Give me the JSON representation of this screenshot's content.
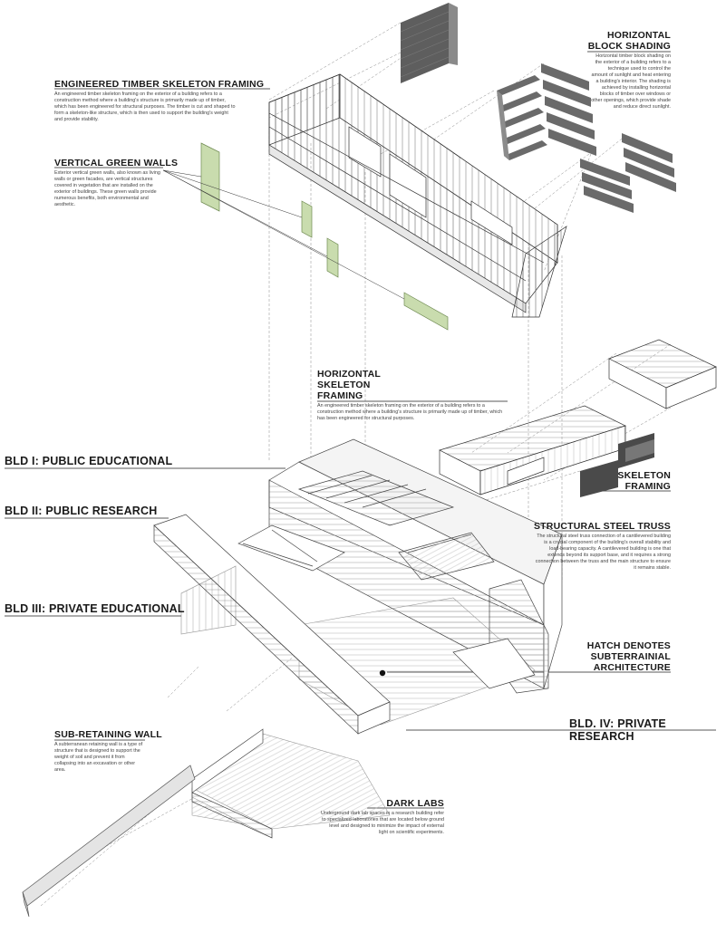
{
  "labels": {
    "horizontal_block_shading": {
      "title_line1": "HORIZONTAL",
      "title_line2": "BLOCK SHADING",
      "body": "Horizontal timber block shading on the exterior of a building refers to a technique used to control the amount of sunlight and heat entering a building's interior. The shading is achieved by installing horizontal blocks of timber over windows or other openings, which provide shade and reduce direct sunlight."
    },
    "engineered_timber": {
      "title": "ENGINEERED TIMBER SKELETON FRAMING",
      "body": "An engineered timber skeleton framing on the exterior of a building refers to a construction method where a building's structure is primarily made up of timber, which has been engineered for structural purposes. The timber is cut and shaped to form a skeleton-like structure, which is then used to support the building's weight and provide stability."
    },
    "vertical_green_walls": {
      "title": "VERTICAL GREEN WALLS",
      "body": "Exterior vertical green walls, also known as living walls or green facades, are vertical structures covered in vegetation that are installed on the exterior of buildings. These green walls provide numerous benefits, both environmental and aesthetic."
    },
    "horizontal_skeleton": {
      "title_line1": "HORIZONTAL",
      "title_line2": "SKELETON",
      "title_line3": "FRAMING",
      "body": "An engineered timber skeleton framing on the exterior of a building refers to a construction method where a building's structure is primarily made up of timber, which has been engineered for structural purposes."
    },
    "skeleton_framing": {
      "title_line1": "SKELETON",
      "title_line2": "FRAMING"
    },
    "structural_steel_truss": {
      "title": "STRUCTURAL STEEL TRUSS",
      "body": "The structural steel truss connection of a cantilevered building is a crucial component of the building's overall stability and load-bearing capacity. A cantilevered building is one that extends beyond its support base, and it requires a strong connection between the truss and the main structure to ensure it remains stable."
    },
    "hatch": {
      "title_line1": "HATCH DENOTES",
      "title_line2": "SUBTERRAINIAL",
      "title_line3": "ARCHITECTURE"
    },
    "sub_retaining_wall": {
      "title": "SUB-RETAINING WALL",
      "body": "A subterranean retaining wall is a type of structure that is designed to support the weight of soil and prevent it from collapsing into an excavation or other area."
    },
    "dark_labs": {
      "title": "DARK LABS",
      "body": "Underground dark lab spaces in a research building refer to specialized laboratories that are located below ground level and designed to minimize the impact of external light on scientific experiments."
    }
  },
  "buildings": {
    "bld1": "BLD I: PUBLIC EDUCATIONAL",
    "bld2": "BLD II: PUBLIC RESEARCH",
    "bld3": "BLD III: PRIVATE EDUCATIONAL",
    "bld4": "BLD. IV: PRIVATE RESEARCH"
  },
  "colors": {
    "line": "#3a3a3a",
    "light_line": "#9a9a9a",
    "shading_dark": "#5e5e5e",
    "shading_mid": "#8a8a8a",
    "green_wall": "#c9dcae",
    "green_edge": "#6f8a52"
  }
}
